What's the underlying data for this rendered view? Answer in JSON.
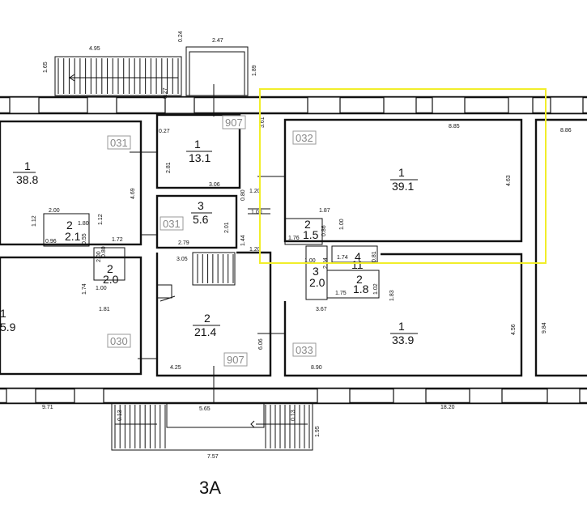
{
  "highlight": {
    "color": "#f1ee2a"
  },
  "plan_title": "3А",
  "rooms": [
    {
      "id": "room-a",
      "number": "1",
      "area": "38.8"
    },
    {
      "id": "room-b",
      "number": "1",
      "area": "13.1"
    },
    {
      "id": "room-c",
      "number": "3",
      "area": "5.6"
    },
    {
      "id": "room-d",
      "number": "2",
      "area": "2.1"
    },
    {
      "id": "room-e",
      "number": "2",
      "area": "2.0"
    },
    {
      "id": "room-f",
      "number": "1",
      "area": "5.9"
    },
    {
      "id": "room-g",
      "number": "2",
      "area": "21.4"
    },
    {
      "id": "room-h",
      "number": "1",
      "area": "39.1"
    },
    {
      "id": "room-i",
      "number": "2",
      "area": "1.5"
    },
    {
      "id": "room-j",
      "number": "4",
      "area": "11"
    },
    {
      "id": "room-k",
      "number": "3",
      "area": "2.0"
    },
    {
      "id": "room-l",
      "number": "2",
      "area": "1.8"
    },
    {
      "id": "room-m",
      "number": "1",
      "area": "33.9"
    }
  ],
  "unit_tags": [
    "031",
    "907",
    "031",
    "032",
    "030",
    "907",
    "033"
  ],
  "dimensions": [
    "4.95",
    "0.24",
    "2.47",
    "1.65",
    "1.89",
    "3.61",
    "8.85",
    "8.86",
    "0.27",
    "0.27",
    "2.81",
    "3.06",
    "4.69",
    "0.80",
    "1.20",
    "1.00",
    "2.00",
    "1.12",
    "1.12",
    "1.80",
    "0.96",
    "0.55",
    "1.72",
    "2.79",
    "2.01",
    "1.44",
    "1.20",
    "1.87",
    "1.76",
    "0.86",
    "1.00",
    "4.63",
    "2.00",
    "0.80",
    "1.74",
    "1.00",
    "1.81",
    "3.05",
    "1.74",
    "0.81",
    "1.00",
    "2.04",
    "1.75",
    "1.02",
    "1.83",
    "3.67",
    "4.56",
    "9.84",
    "6.06",
    "4.25",
    "8.90",
    "9.71",
    "5.65",
    "18.20",
    "0.13",
    "0.13",
    "1.95",
    "7.57"
  ]
}
